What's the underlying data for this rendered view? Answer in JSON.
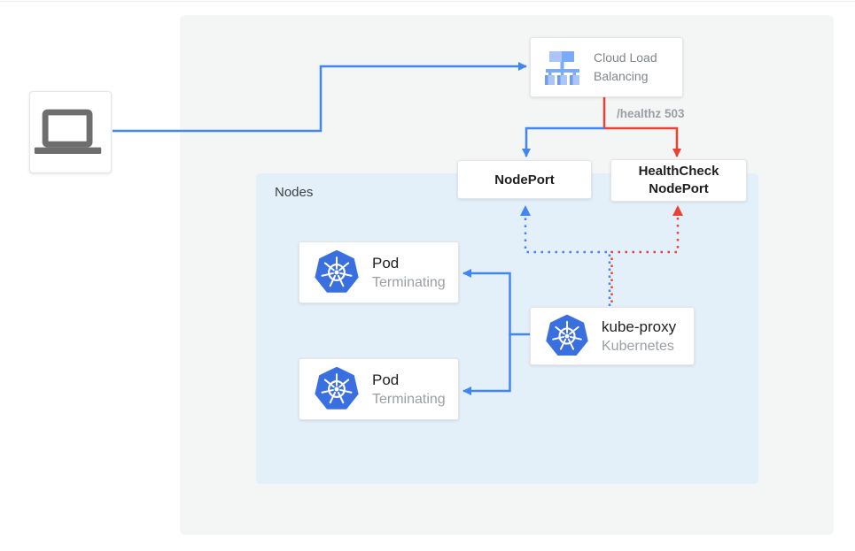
{
  "colors": {
    "page_bg": "#ffffff",
    "panel_bg": "#f4f5f5",
    "nodes_bg": "#e3f0fa",
    "blue": "#4285f4",
    "red": "#ea4335",
    "k8s_blue": "#3a6fe0",
    "text_dark": "#202124",
    "text_gray": "#9aa0a6",
    "label_gray": "#80868b",
    "nodes_label": "#3c4043",
    "card_border": "#e4e5e6",
    "laptop_gray": "#6e6e6e"
  },
  "icons": {
    "client": "laptop-icon",
    "load_balancer": "load-balancer-icon",
    "kubernetes": "kubernetes-icon"
  },
  "nodes_panel": {
    "label": "Nodes"
  },
  "cloud_load_balancing": {
    "label": "Cloud Load Balancing"
  },
  "healthz_label": "/healthz 503",
  "nodeport": {
    "label": "NodePort"
  },
  "healthcheck_nodeport": {
    "line1": "HealthCheck",
    "line2": "NodePort"
  },
  "pod1": {
    "title": "Pod",
    "subtitle": "Terminating"
  },
  "pod2": {
    "title": "Pod",
    "subtitle": "Terminating"
  },
  "kube_proxy": {
    "title": "kube-proxy",
    "subtitle": "Kubernetes"
  },
  "edges": [
    {
      "from": "client-laptop",
      "to": "cloud-load-balancing",
      "style": "solid",
      "color": "blue"
    },
    {
      "from": "cloud-load-balancing",
      "to": "nodeport",
      "style": "solid",
      "color": "blue"
    },
    {
      "from": "cloud-load-balancing",
      "to": "healthcheck-nodeport",
      "style": "solid",
      "color": "red",
      "label": "/healthz 503"
    },
    {
      "from": "kube-proxy",
      "to": "nodeport",
      "style": "dotted",
      "color": "blue"
    },
    {
      "from": "kube-proxy",
      "to": "healthcheck-nodeport",
      "style": "dotted",
      "color": "red"
    },
    {
      "from": "kube-proxy",
      "to": "pod1",
      "style": "solid",
      "color": "blue"
    },
    {
      "from": "kube-proxy",
      "to": "pod2",
      "style": "solid",
      "color": "blue"
    }
  ]
}
